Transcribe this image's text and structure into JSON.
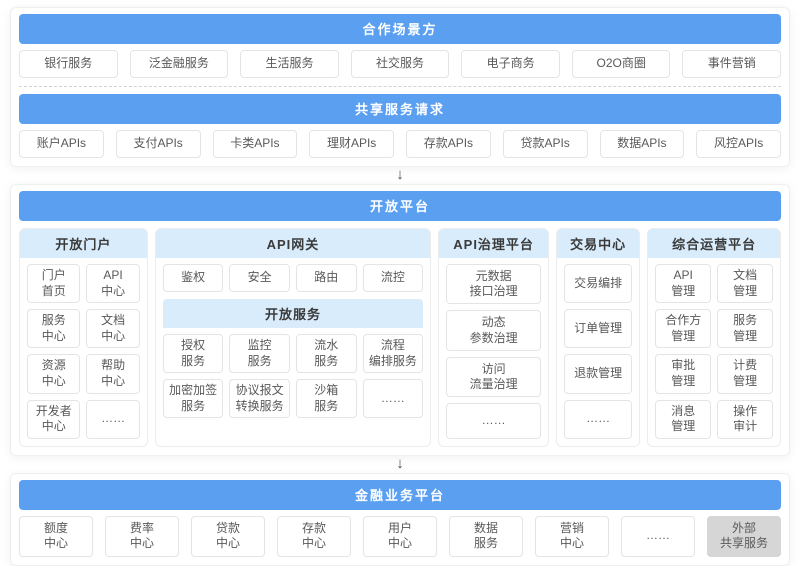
{
  "colors": {
    "primary_blue": "#5A9FF0",
    "light_blue_header": "#D9ECFB",
    "box_border": "#E4E4E4",
    "box_text": "#595959",
    "grey_box_bg": "#D6D6D6"
  },
  "icons": {
    "down_arrow": "↓"
  },
  "partner_section": {
    "title": "合作场景方",
    "items": [
      "银行服务",
      "泛金融服务",
      "生活服务",
      "社交服务",
      "电子商务",
      "O2O商圈",
      "事件营销"
    ]
  },
  "shared_request_section": {
    "title": "共享服务请求",
    "items": [
      "账户APIs",
      "支付APIs",
      "卡类APIs",
      "理财APIs",
      "存款APIs",
      "贷款APIs",
      "数据APIs",
      "风控APIs"
    ]
  },
  "open_platform": {
    "title": "开放平台",
    "portal": {
      "title": "开放门户",
      "items": [
        "门户\n首页",
        "API\n中心",
        "服务\n中心",
        "文档\n中心",
        "资源\n中心",
        "帮助\n中心",
        "开发者\n中心",
        "……"
      ]
    },
    "gateway": {
      "title": "API网关",
      "items": [
        "鉴权",
        "安全",
        "路由",
        "流控"
      ],
      "open_services": {
        "title": "开放服务",
        "items": [
          "授权\n服务",
          "监控\n服务",
          "流水\n服务",
          "流程\n编排服务",
          "加密加签\n服务",
          "协议报文\n转换服务",
          "沙箱\n服务",
          "……"
        ]
      }
    },
    "governance": {
      "title": "API治理平台",
      "items": [
        "元数据\n接口治理",
        "动态\n参数治理",
        "访问\n流量治理",
        "……"
      ]
    },
    "trade": {
      "title": "交易中心",
      "items": [
        "交易编排",
        "订单管理",
        "退款管理",
        "……"
      ]
    },
    "operations": {
      "title": "综合运营平台",
      "items": [
        "API\n管理",
        "文档\n管理",
        "合作方\n管理",
        "服务\n管理",
        "审批\n管理",
        "计费\n管理",
        "消息\n管理",
        "操作\n审计"
      ]
    }
  },
  "finance_platform": {
    "title": "金融业务平台",
    "items": [
      "额度\n中心",
      "费率\n中心",
      "贷款\n中心",
      "存款\n中心",
      "用户\n中心",
      "数据\n服务",
      "营销\n中心",
      "……",
      "外部\n共享服务"
    ]
  }
}
